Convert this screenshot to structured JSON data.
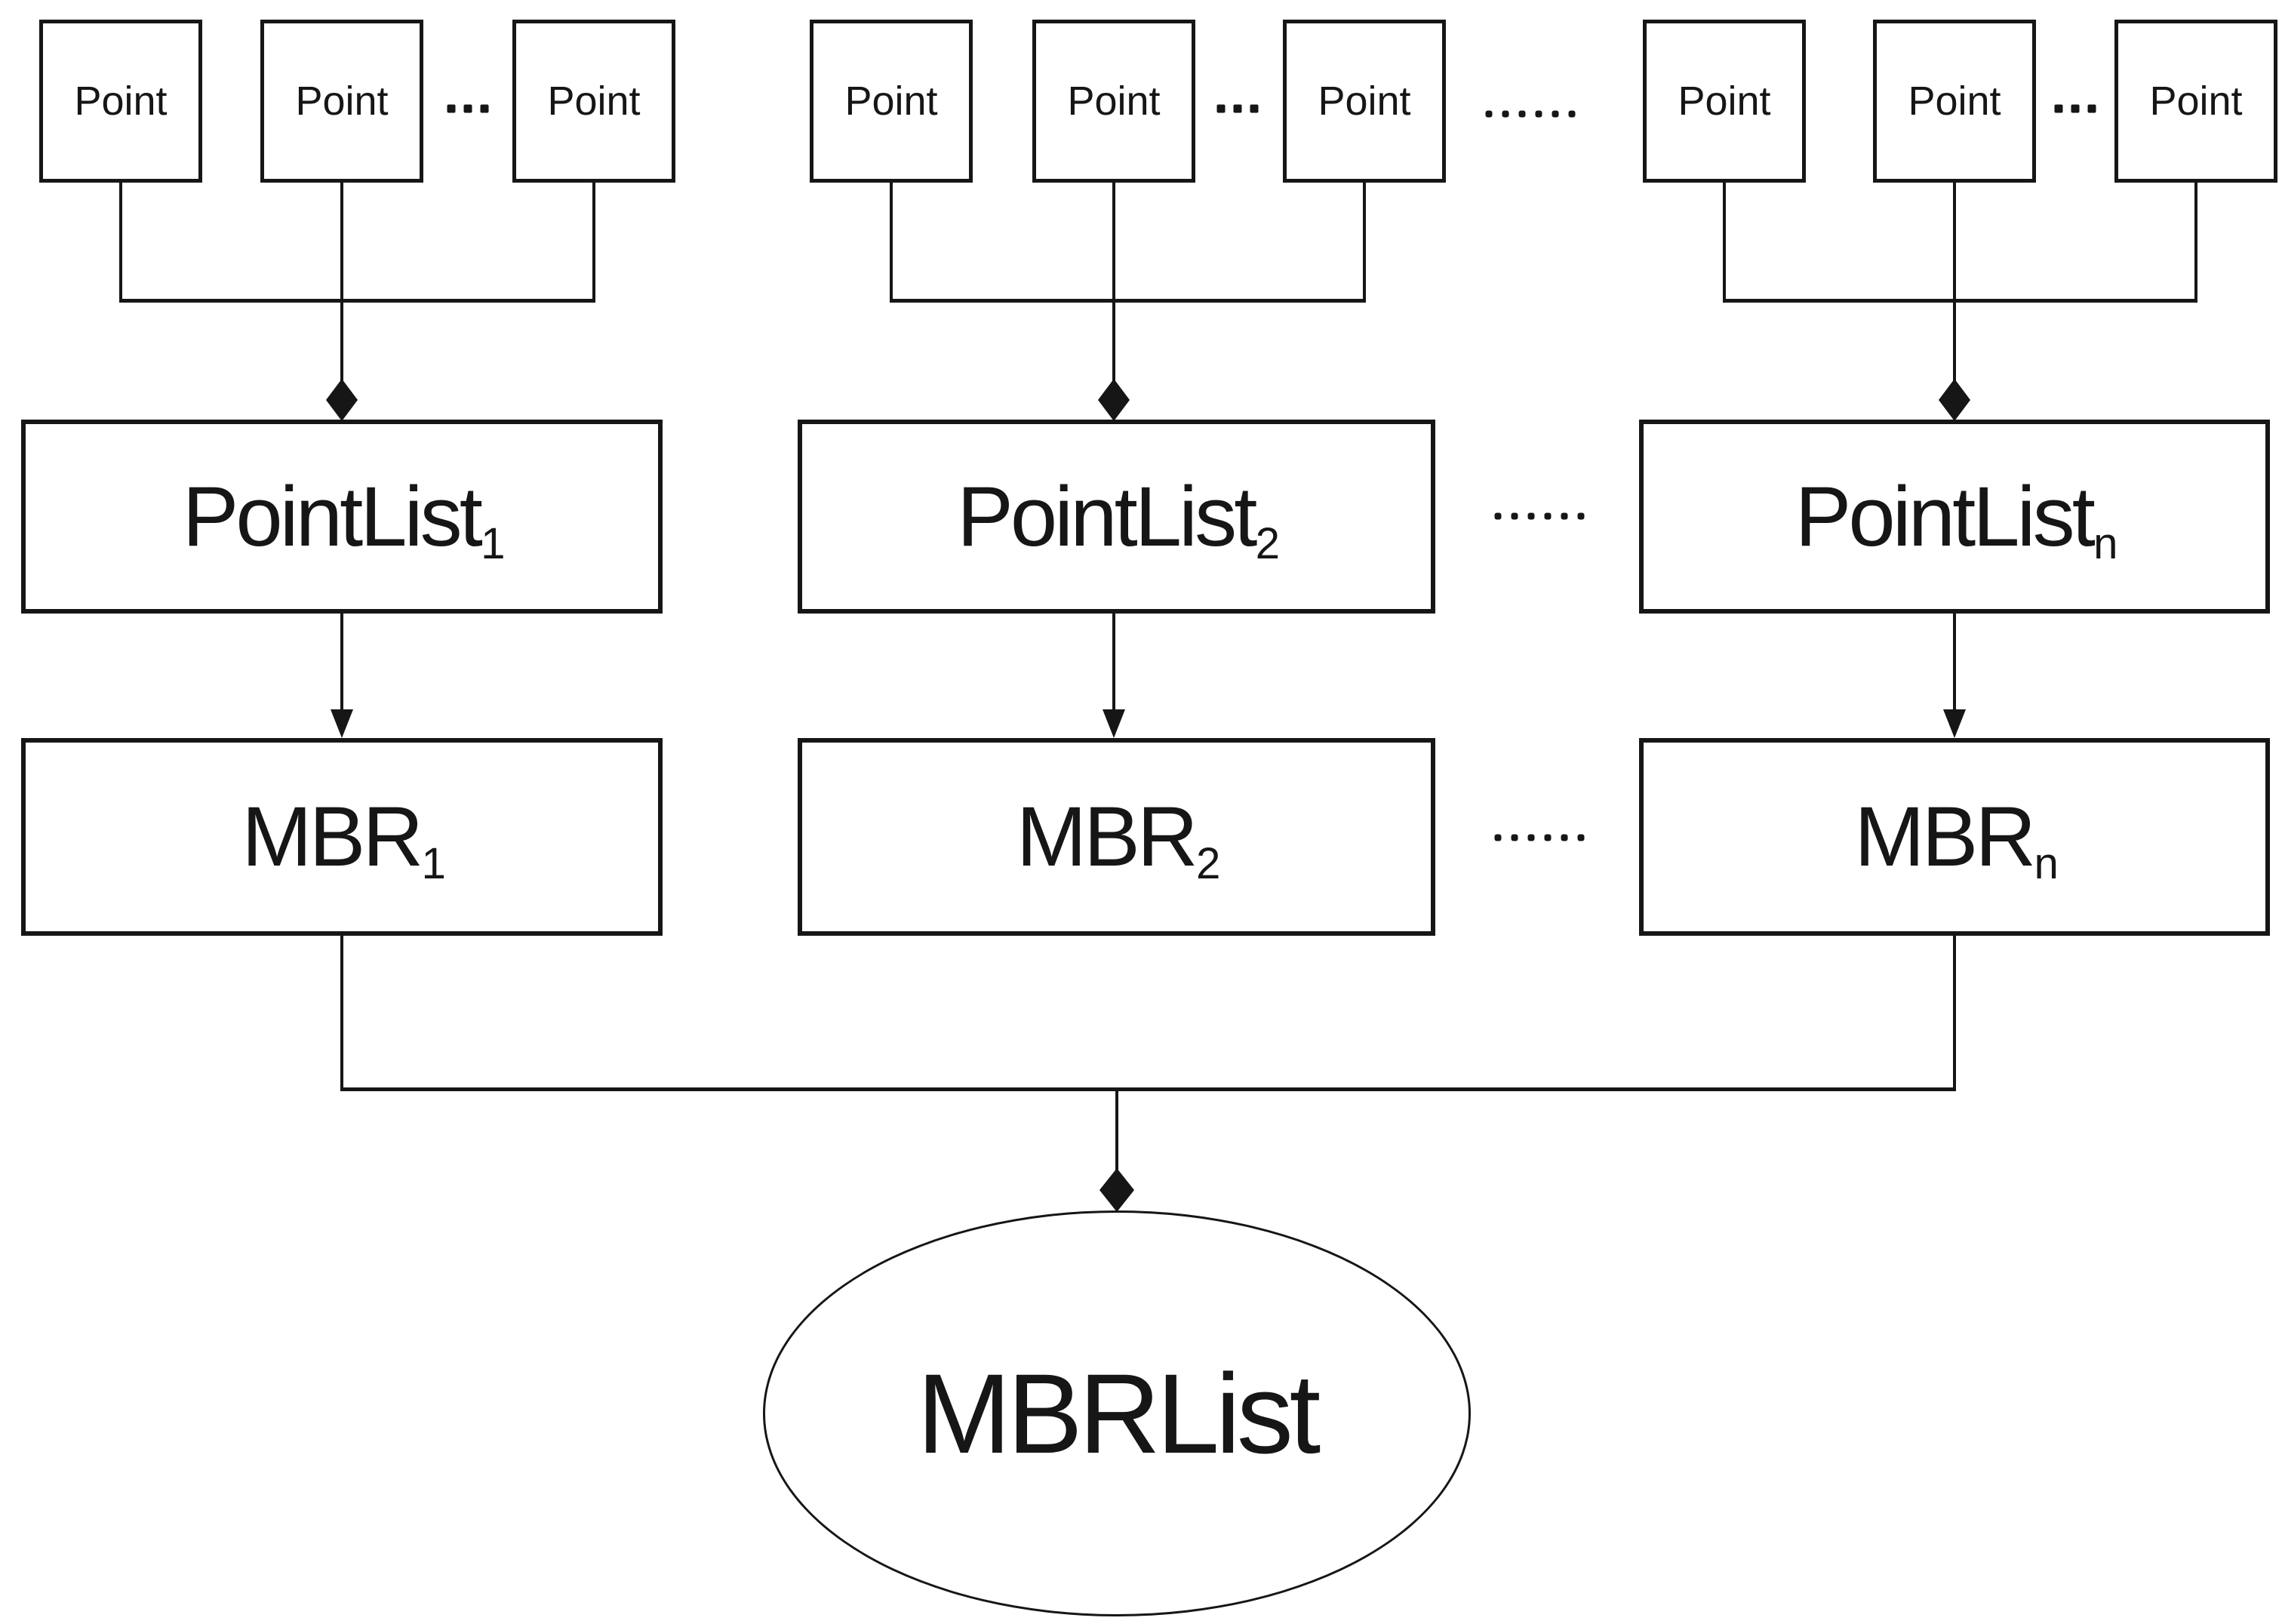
{
  "diagram": {
    "kind": "composition-diagram",
    "colors": {
      "background": "#ffffff",
      "stroke": "#161616",
      "text": "#161616"
    },
    "points": [
      "Point",
      "Point",
      "Point",
      "Point",
      "Point",
      "Point",
      "Point",
      "Point",
      "Point"
    ],
    "ellipses": {
      "within_group": "...",
      "between_groups": "......",
      "pointlist_row": "......",
      "mbr_row": "......"
    },
    "pointlists": [
      {
        "name": "PointList",
        "sub": "1"
      },
      {
        "name": "PointList",
        "sub": "2"
      },
      {
        "name": "PointList",
        "sub": "n"
      }
    ],
    "mbrs": [
      {
        "name": "MBR",
        "sub": "1"
      },
      {
        "name": "MBR",
        "sub": "2"
      },
      {
        "name": "MBR",
        "sub": "n"
      }
    ],
    "root": {
      "name": "MBRList"
    }
  }
}
